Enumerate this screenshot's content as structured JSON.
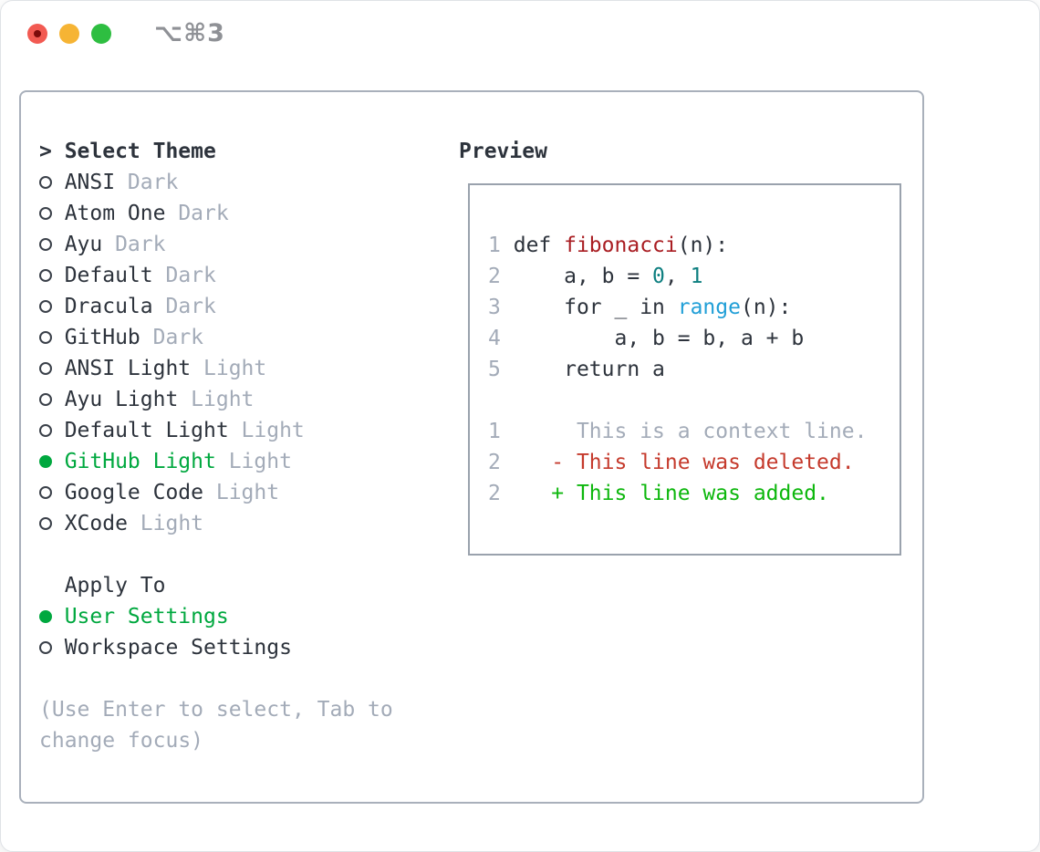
{
  "titlebar": {
    "shortcut_label": "⌥⌘3",
    "traffic_lights": [
      "close-icon",
      "minimize-icon",
      "zoom-icon"
    ]
  },
  "theme_picker": {
    "prompt": ">",
    "title": "Select Theme",
    "themes": [
      {
        "name": "ANSI",
        "variant": "Dark",
        "selected": false
      },
      {
        "name": "Atom One",
        "variant": "Dark",
        "selected": false
      },
      {
        "name": "Ayu",
        "variant": "Dark",
        "selected": false
      },
      {
        "name": "Default",
        "variant": "Dark",
        "selected": false
      },
      {
        "name": "Dracula",
        "variant": "Dark",
        "selected": false
      },
      {
        "name": "GitHub",
        "variant": "Dark",
        "selected": false
      },
      {
        "name": "ANSI Light",
        "variant": "Light",
        "selected": false
      },
      {
        "name": "Ayu Light",
        "variant": "Light",
        "selected": false
      },
      {
        "name": "Default Light",
        "variant": "Light",
        "selected": false
      },
      {
        "name": "GitHub Light",
        "variant": "Light",
        "selected": true
      },
      {
        "name": "Google Code",
        "variant": "Light",
        "selected": false
      },
      {
        "name": "XCode",
        "variant": "Light",
        "selected": false
      }
    ],
    "apply_to": {
      "title": "Apply To",
      "options": [
        {
          "name": "User Settings",
          "selected": true
        },
        {
          "name": "Workspace Settings",
          "selected": false
        }
      ]
    },
    "hint": "(Use Enter to select, Tab to change focus)"
  },
  "preview": {
    "title": "Preview",
    "code_lines": [
      {
        "num": "1",
        "segments": [
          {
            "t": "def ",
            "c": "text"
          },
          {
            "t": "fibonacci",
            "c": "function"
          },
          {
            "t": "(n):",
            "c": "text"
          }
        ]
      },
      {
        "num": "2",
        "segments": [
          {
            "t": "    a, b = ",
            "c": "text"
          },
          {
            "t": "0",
            "c": "number"
          },
          {
            "t": ", ",
            "c": "text"
          },
          {
            "t": "1",
            "c": "number"
          }
        ]
      },
      {
        "num": "3",
        "segments": [
          {
            "t": "    for _ in ",
            "c": "text"
          },
          {
            "t": "range",
            "c": "builtin"
          },
          {
            "t": "(n):",
            "c": "text"
          }
        ]
      },
      {
        "num": "4",
        "segments": [
          {
            "t": "        a, b = b, a + b",
            "c": "text"
          }
        ]
      },
      {
        "num": "5",
        "segments": [
          {
            "t": "    return a",
            "c": "text"
          }
        ]
      }
    ],
    "diff_lines": [
      {
        "num": "1",
        "segments": [
          {
            "t": "     This is a context line.",
            "c": "context"
          }
        ]
      },
      {
        "num": "2",
        "segments": [
          {
            "t": "   - This line was deleted.",
            "c": "deleted"
          }
        ]
      },
      {
        "num": "2",
        "segments": [
          {
            "t": "   + This line was added.",
            "c": "added"
          }
        ]
      }
    ]
  },
  "colors": {
    "text_dark": "#2d333c",
    "muted_gray": "#a3abb8",
    "accent_green": "#00a83f",
    "added_green": "#0db70d",
    "deleted_red": "#c53a2c",
    "function_red": "#a91d22",
    "number_teal": "#0e7f80",
    "builtin_blue": "#219fd7",
    "panel_border": "#a9b0bb",
    "preview_border": "#9aa2ad",
    "traffic_red": "#f25a52",
    "traffic_red_dot": "#7c0b0b",
    "traffic_yellow": "#f6b434",
    "traffic_green": "#2ebe41",
    "shortcut_gray": "#8f9196"
  }
}
